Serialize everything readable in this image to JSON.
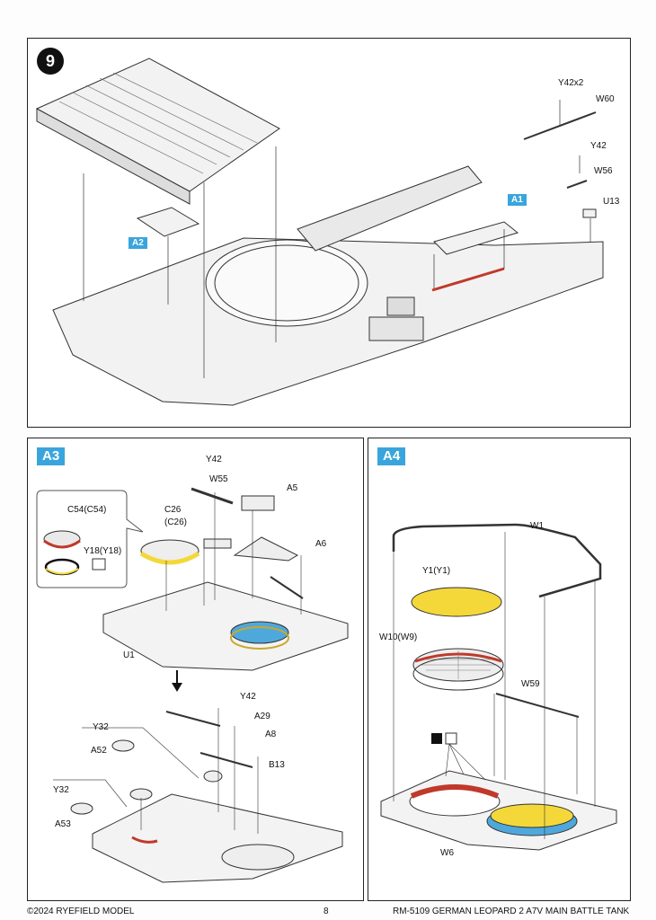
{
  "step9": {
    "number": "9",
    "tags": {
      "a1": "A1",
      "a2": "A2"
    },
    "labels": {
      "y42x2": "Y42x2",
      "w60": "W60",
      "y42": "Y42",
      "w56": "W56",
      "u13": "U13"
    }
  },
  "a3": {
    "tag": "A3",
    "labels": {
      "c54": "C54(C54)",
      "y18": "Y18(Y18)",
      "y42_top": "Y42",
      "w55": "W55",
      "a5": "A5",
      "c26": "C26",
      "c26b": "(C26)",
      "a6": "A6",
      "u1": "U1",
      "y42_mid": "Y42",
      "a29": "A29",
      "a8": "A8",
      "b13": "B13",
      "y32_a": "Y32",
      "a52": "A52",
      "y32_b": "Y32",
      "a53": "A53"
    }
  },
  "a4": {
    "tag": "A4",
    "labels": {
      "w1": "W1",
      "y1": "Y1(Y1)",
      "w10": "W10(W9)",
      "w59": "W59",
      "w6": "W6"
    }
  },
  "footer": {
    "copyright": "©2024 RYEFIELD MODEL",
    "page": "8",
    "product": "RM-5109 GERMAN LEOPARD  2 A7V MAIN BATTLE TANK"
  },
  "colors": {
    "accent_blue": "#3aa5dc",
    "red": "#c0392b",
    "yellow": "#f4d83a"
  }
}
